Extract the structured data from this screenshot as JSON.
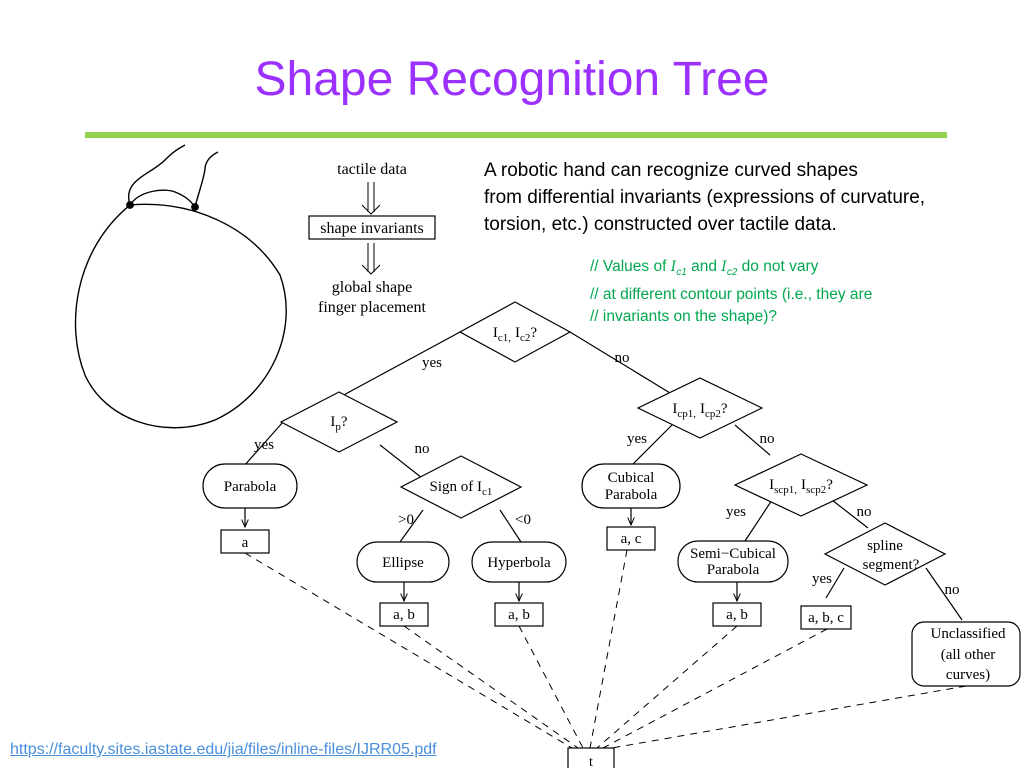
{
  "slide": {
    "title": "Shape Recognition Tree",
    "description": [
      "A robotic hand can recognize curved shapes",
      "from differential invariants (expressions of curvature,",
      "torsion, etc.) constructed over tactile data."
    ],
    "comment": {
      "line1_prefix": "// Values of ",
      "line1_var1": "I",
      "line1_var1_sub": "c1",
      "line1_mid": " and ",
      "line1_var2": "I",
      "line1_var2_sub": "c2",
      "line1_suffix": " do not vary",
      "line2": "// at different contour points (i.e., they are",
      "line3": "// invariants on the shape)?"
    },
    "source_link": "https://faculty.sites.iastate.edu/jia/files/inline-files/IJRR05.pdf"
  },
  "pipeline": {
    "step1": "tactile data",
    "step2": "shape invariants",
    "step3_line1": "global shape",
    "step3_line2": "finger placement"
  },
  "tree": {
    "root": {
      "a": "I",
      "a_sub": "c1,",
      "b": "I",
      "b_sub": "c2",
      "q": "?"
    },
    "root_yes": "yes",
    "root_no": "no",
    "ip": {
      "a": "I",
      "a_sub": "p",
      "q": "?"
    },
    "ip_yes": "yes",
    "ip_no": "no",
    "parabola": "Parabola",
    "parabola_out": "a",
    "sign": {
      "a": "Sign of I",
      "a_sub": "c1"
    },
    "sign_pos": ">0",
    "sign_neg": "<0",
    "ellipse": "Ellipse",
    "ellipse_out": "a, b",
    "hyperbola": "Hyperbola",
    "hyperbola_out": "a, b",
    "icp": {
      "a": "I",
      "a_sub": "cp1,",
      "b": "I",
      "b_sub": "cp2",
      "q": "?"
    },
    "icp_yes": "yes",
    "icp_no": "no",
    "cubical_line1": "Cubical",
    "cubical_line2": "Parabola",
    "cubical_out": "a, c",
    "iscp": {
      "a": "I",
      "a_sub": "scp1,",
      "b": "I",
      "b_sub": "scp2",
      "q": "?"
    },
    "iscp_yes": "yes",
    "iscp_no": "no",
    "semicubical_line1": "Semi−Cubical",
    "semicubical_line2": "Parabola",
    "semicubical_out": "a, b",
    "spline_line1": "spline",
    "spline_line2": "segment?",
    "spline_yes": "yes",
    "spline_no": "no",
    "spline_out": "a, b, c",
    "unclassified_line1": "Unclassified",
    "unclassified_line2": "(all other",
    "unclassified_line3": "curves)",
    "terminal": "t"
  }
}
